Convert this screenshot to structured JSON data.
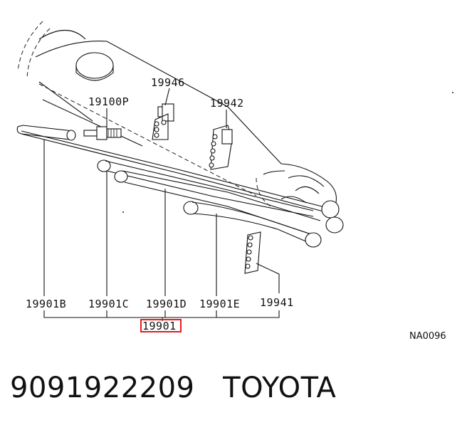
{
  "diagram": {
    "labels": {
      "spark_plug": "19100P",
      "clamp_upper": "19946",
      "clamp_right": "19942",
      "cord_b": "19901B",
      "cord_c": "19901C",
      "cord_d": "19901D",
      "cord_e": "19901E",
      "clamp_lower": "19941",
      "cord_set": "19901",
      "ref_code": "NA0096"
    }
  },
  "caption": {
    "part_number": "9091922209",
    "brand": "TOYOTA"
  }
}
